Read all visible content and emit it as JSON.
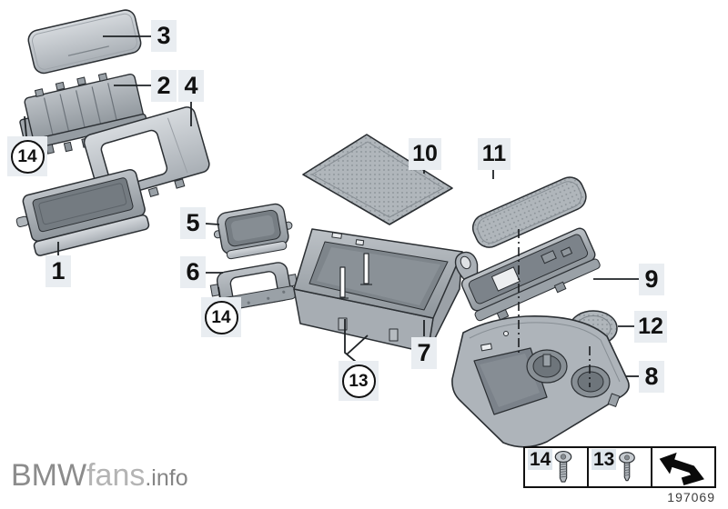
{
  "colors": {
    "background": "#ffffff",
    "callout_background": "#e9edf1",
    "callout_text": "#111111",
    "pointer_line": "#1f2326",
    "part_fill_light": "#d6dade",
    "part_fill_mid": "#aab0b6",
    "part_fill_dark": "#7e858b",
    "logo_gray": "#8c8c8c",
    "logo_light_gray": "#b4b4b4"
  },
  "diagram": {
    "callouts": {
      "c1": "1",
      "c2": "2",
      "c3": "3",
      "c4": "4",
      "c5": "5",
      "c6": "6",
      "c7": "7",
      "c8": "8",
      "c9": "9",
      "c10": "10",
      "c11": "11",
      "c12": "12",
      "c13": "13",
      "c14": "14"
    },
    "legend": {
      "items": [
        {
          "label": "14",
          "icon": "screw-icon"
        },
        {
          "label": "13",
          "icon": "screw-icon"
        }
      ],
      "arrow_icon": "continuation-arrow-icon",
      "part_number": "197069"
    }
  },
  "footer": {
    "logo": {
      "bmw": "BMW",
      "fans": "fans",
      "info": ".info"
    }
  }
}
